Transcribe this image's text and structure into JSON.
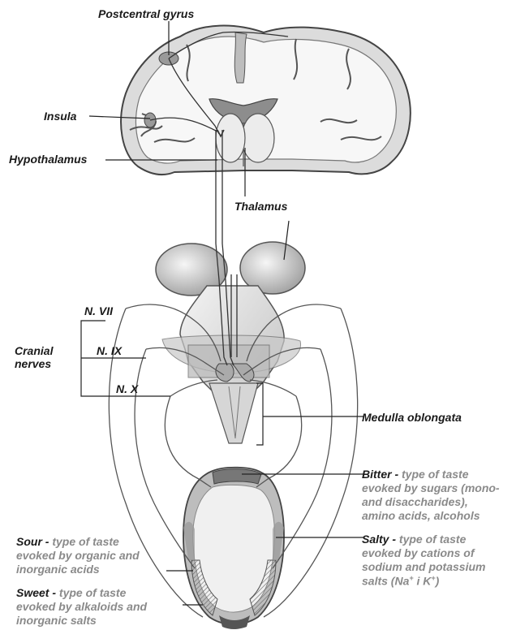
{
  "labels": {
    "postcentral": "Postcentral gyrus",
    "insula": "Insula",
    "hypothalamus": "Hypothalamus",
    "thalamus": "Thalamus",
    "n7": "N. VII",
    "n9": "N. IX",
    "nx": "N. X",
    "cranial1": "Cranial",
    "cranial2": "nerves",
    "medulla": "Medulla oblongata"
  },
  "tastes": {
    "bitter": {
      "term": "Bitter",
      "sep": " - ",
      "line1": "type  of  taste",
      "line2": "evoked by sugars (mono-",
      "line3": "and disaccharides),",
      "line4": "amino acids, alcohols"
    },
    "salty": {
      "term": "Salty",
      "sep": " - ",
      "line1": "type  of  taste",
      "line2": "evoked by cations of",
      "line3": "sodium and potassium",
      "line4_a": "salts (Na",
      "sup1": "+",
      "line4_b": " i  K",
      "sup2": "+",
      "line4_c": ")"
    },
    "sour": {
      "term": "Sour",
      "sep": " - ",
      "line1": "type  of  taste",
      "line2": "evoked by organic and",
      "line3": "inorganic acids"
    },
    "sweet": {
      "term": "Sweet",
      "sep": " - ",
      "line1": "type  of  taste",
      "line2": "evoked by alkaloids and",
      "line3": "inorganic salts"
    }
  }
}
